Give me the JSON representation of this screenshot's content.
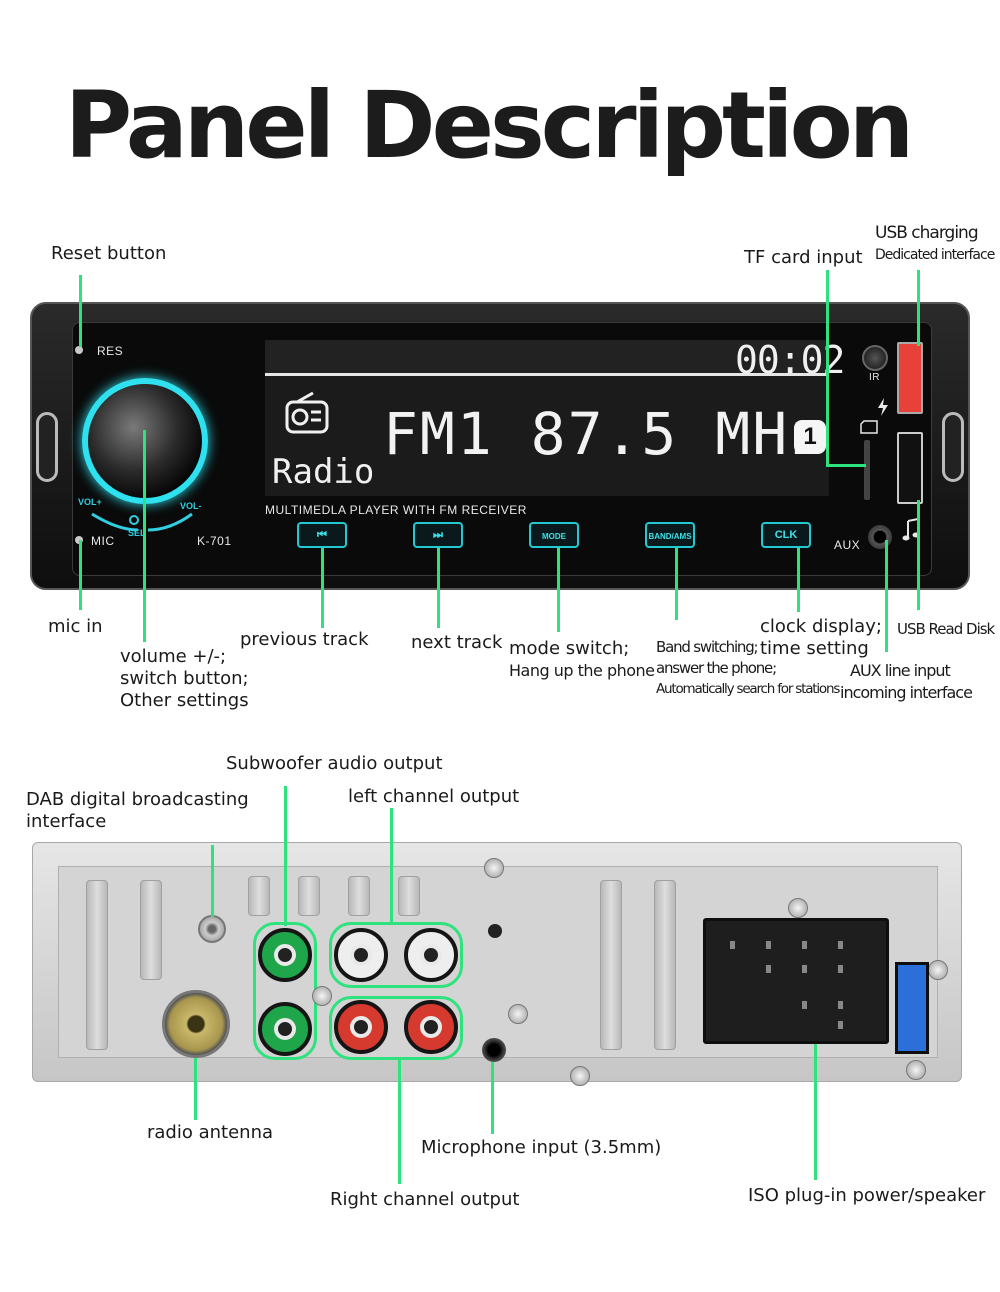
{
  "title": "Panel Description",
  "front_panel": {
    "labels": {
      "reset": "Reset button",
      "tf": "TF card input",
      "usb_charge_1": "USB charging",
      "usb_charge_2": "Dedicated interface",
      "mic": "mic in",
      "volume_1": "volume +/-;",
      "volume_2": "switch button;",
      "volume_3": "Other settings",
      "prev": "previous track",
      "next": "next track",
      "mode_1": "mode switch;",
      "mode_2": "Hang up the phone",
      "band_1": "Band switching;",
      "band_2": "answer the phone;",
      "band_3": "Automatically search for stations",
      "clock_1": "clock display;",
      "clock_2": "time setting",
      "usb_read": "USB Read Disk",
      "aux_1": "AUX line input",
      "aux_2": "incoming interface"
    },
    "device": {
      "res": "RES",
      "mic": "MIC",
      "model": "K-701",
      "aux": "AUX",
      "ir": "IR",
      "clock": "00:02",
      "frequency": "FM1 87.5 MHz",
      "badge": "1",
      "source": "Radio",
      "caption": "MULTIMEDLA PLAYER WITH FM RECEIVER",
      "vol_plus": "VOL+",
      "vol_minus": "VOL-",
      "sel": "SEL",
      "btn_prev": "⏮",
      "btn_next": "⏭",
      "btn_mode": "MODE",
      "btn_band": "BAND/AMS",
      "btn_clk": "CLK"
    }
  },
  "rear_panel": {
    "labels": {
      "subwoofer": "Subwoofer audio output",
      "dab_1": "DAB digital broadcasting",
      "dab_2": "interface",
      "left": "left channel output",
      "antenna": "radio antenna",
      "mic": "Microphone input (3.5mm)",
      "right": "Right channel output",
      "iso": "ISO plug-in power/speaker"
    }
  },
  "colors": {
    "accent_green": "#2ee37e",
    "panel_cyan": "#2fe0ee"
  }
}
